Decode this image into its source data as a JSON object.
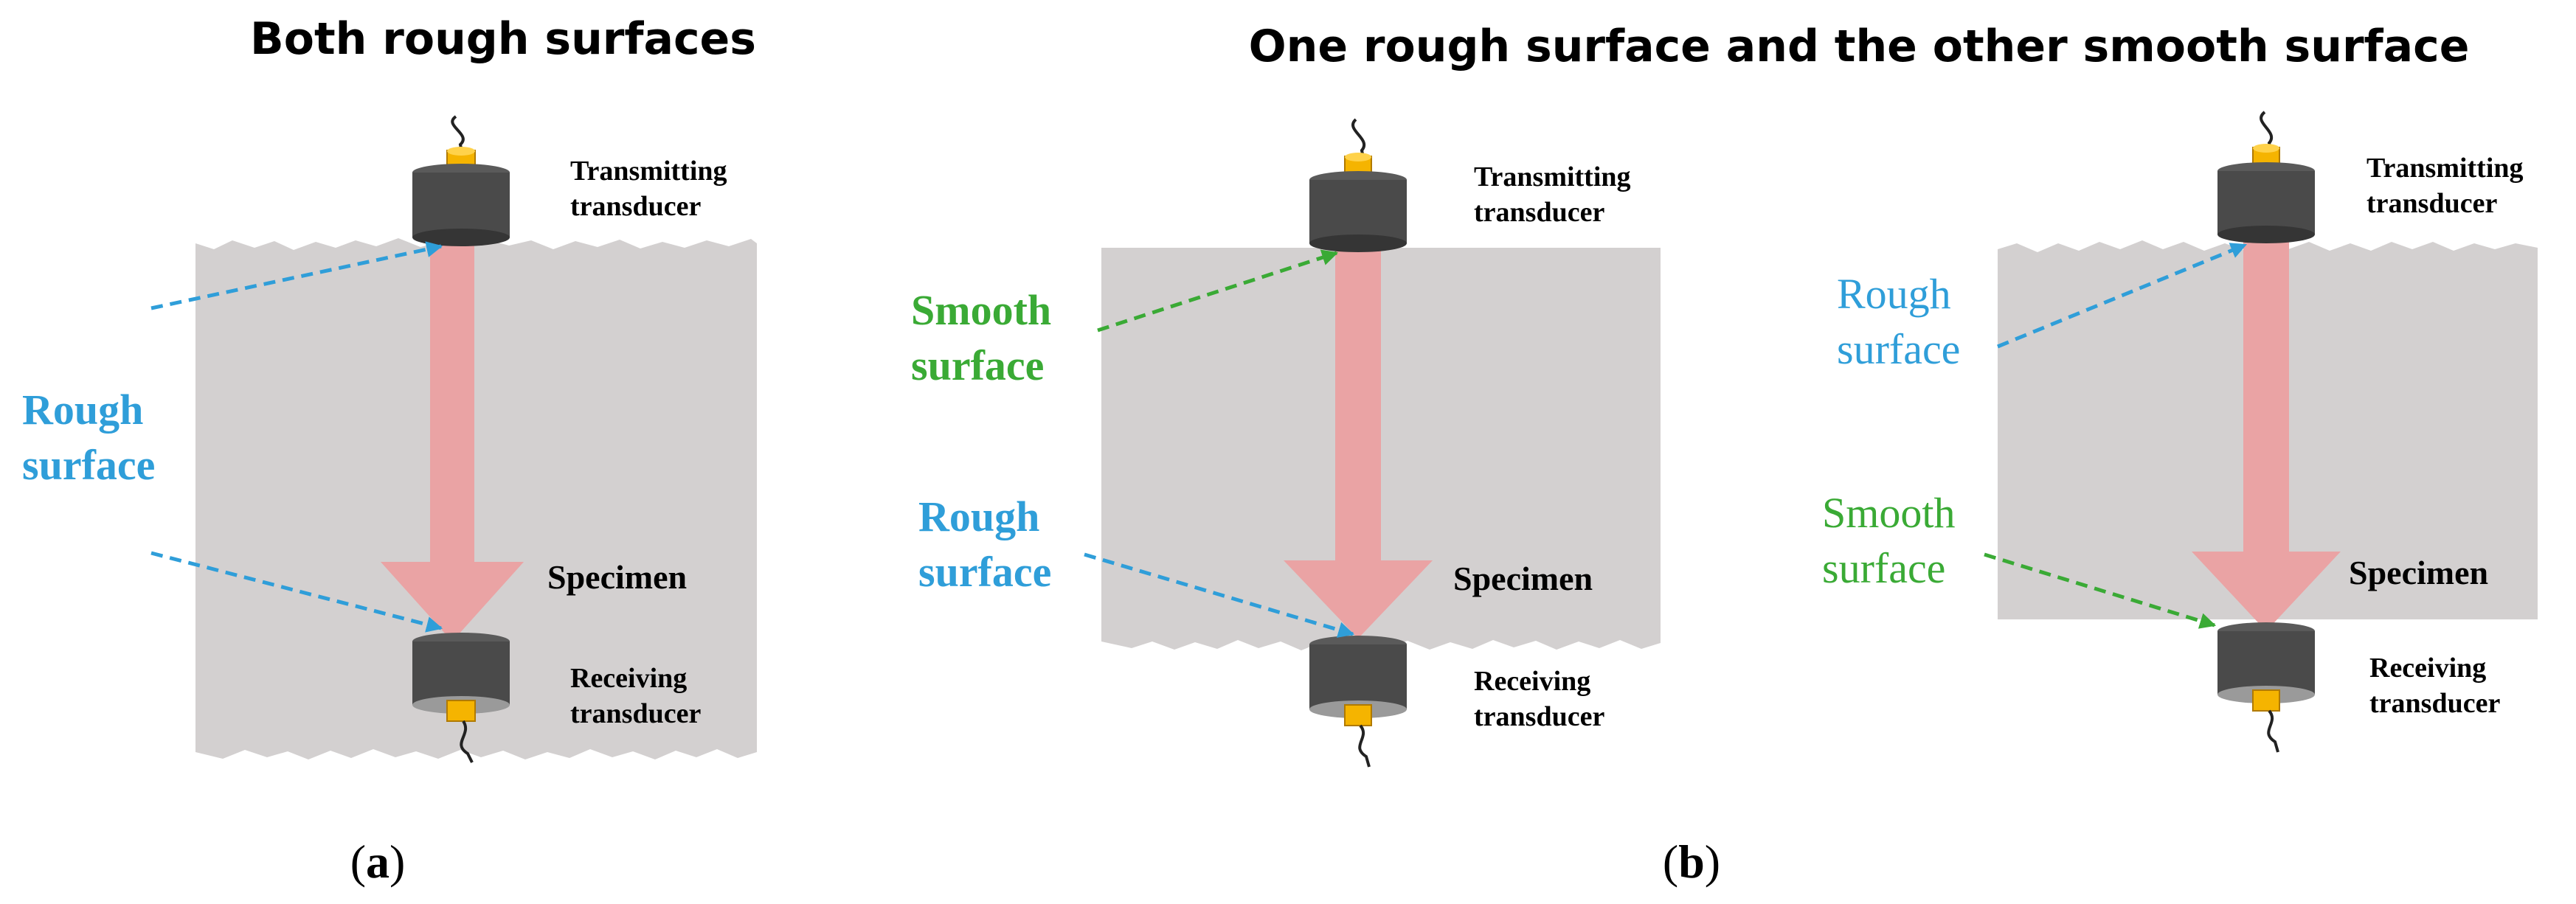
{
  "titles": {
    "a": "Both rough surfaces",
    "b": "One rough surface and the other smooth surface"
  },
  "captions": {
    "a_open": "(",
    "a_letter": "a",
    "a_close": ")",
    "b_open": "(",
    "b_letter": "b",
    "b_close": ")"
  },
  "labels": {
    "transmitting_1": "Transmitting",
    "transmitting_2": "transducer",
    "receiving_1": "Receiving",
    "receiving_2": "transducer",
    "specimen": "Specimen",
    "rough_1": "Rough",
    "smooth_1": "Smooth",
    "surface": "surface"
  },
  "colors": {
    "specimen": "#d3d0d0",
    "wave_arrow": "#eaa3a4",
    "transducer": "#4a4a4a",
    "transducer_dark": "#353535",
    "connector": "#f5b400",
    "rough_label": "#2f9ed9",
    "smooth_label": "#3aaa35"
  }
}
